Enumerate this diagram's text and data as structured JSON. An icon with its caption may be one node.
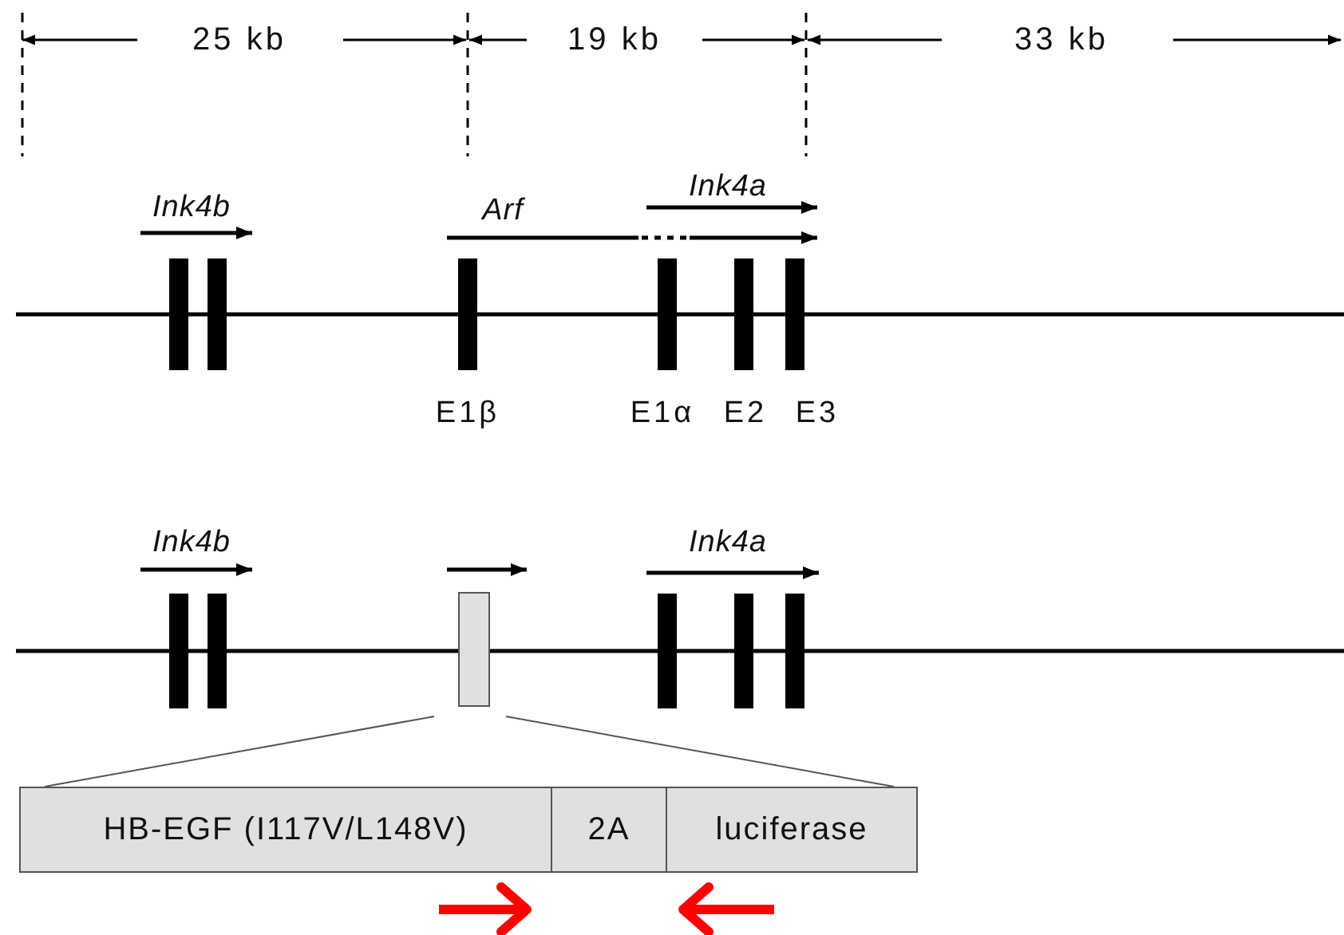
{
  "diagram": {
    "nodes": [
      {
        "text": [],
        "shape": "box"
      },
      {
        "text": [
          "HB-EGF (I117V/L148V)"
        ]
      },
      {
        "text": [
          "2A"
        ]
      },
      {
        "text": [
          "luciferase"
        ]
      }
    ],
    "labels": [
      "25 kb",
      "19 kb",
      "33 kb",
      "Ink4b",
      "Arf",
      "Ink4a",
      "E1β",
      "E1α",
      "E2",
      "E3",
      "Ink4b",
      "Ink4a"
    ]
  }
}
